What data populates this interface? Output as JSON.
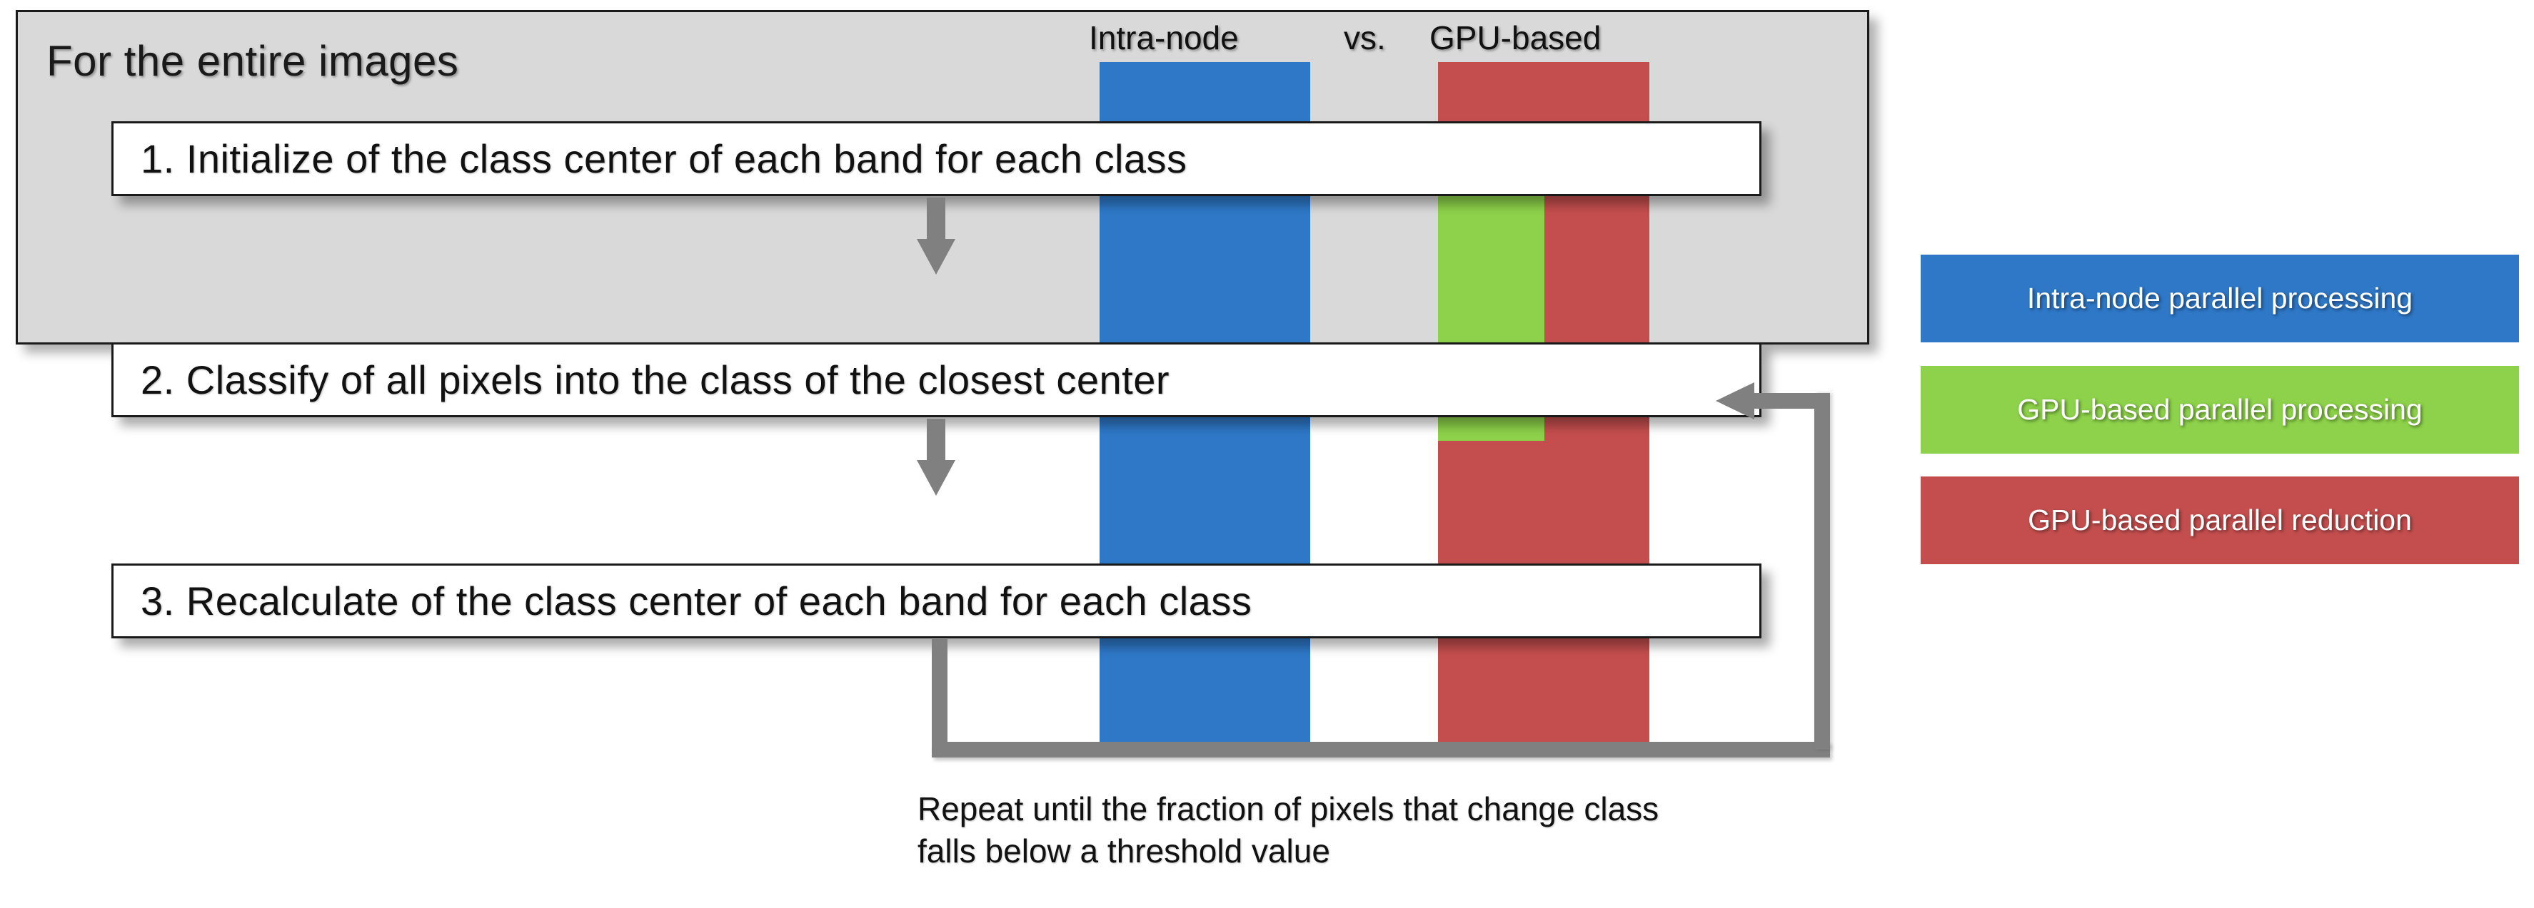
{
  "panel": {
    "title": "For the entire images"
  },
  "columns": {
    "left_label": "Intra-node",
    "separator": "vs.",
    "right_label": "GPU-based"
  },
  "steps": [
    {
      "label": "1. Initialize of the class center of each band for each class"
    },
    {
      "label": "2. Classify of all pixels into the class of the closest center"
    },
    {
      "label": "3. Recalculate of the class center of each band for each class"
    }
  ],
  "caption": {
    "line1": "Repeat until the fraction of pixels that change class",
    "line2": "falls below a threshold value"
  },
  "legend": [
    {
      "label": "Intra-node parallel processing",
      "color": "#2e78c7"
    },
    {
      "label": "GPU-based parallel processing",
      "color": "#8dd24a"
    },
    {
      "label": "GPU-based parallel reduction",
      "color": "#c44e4e"
    }
  ],
  "colors": {
    "panel_background": "#d9d9d9",
    "box_background": "#ffffff",
    "outline": "#1a1a1a",
    "arrow": "#808080",
    "blue": "#2e78c7",
    "green": "#8dd24a",
    "red": "#c44e4e"
  }
}
